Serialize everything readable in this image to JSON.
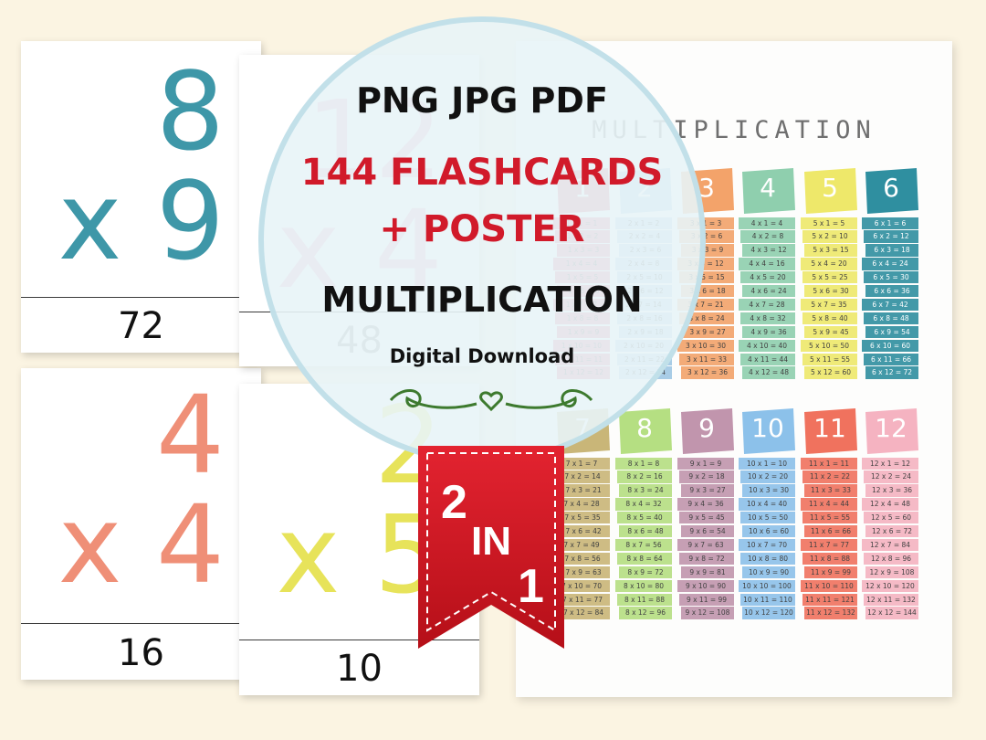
{
  "flashcards": [
    {
      "top": "8",
      "bottom": "x 9",
      "answer": "72",
      "color": "#3e97a8"
    },
    {
      "top": "12",
      "bottom": "x 4",
      "answer": "48",
      "color": "#f3a6c0"
    },
    {
      "top": "4",
      "bottom": "x 4",
      "answer": "16",
      "color": "#ef8f77"
    },
    {
      "top": "2",
      "bottom": "x 5",
      "answer": "10",
      "color": "#e7e35a"
    }
  ],
  "overlay": {
    "formats": "PNG JPG PDF",
    "line1": "144 FLASHCARDS",
    "line2": "+ POSTER",
    "line3": "MULTIPLICATION",
    "line4": "Digital Download"
  },
  "ribbon": {
    "a": "2",
    "b": "IN",
    "c": "1",
    "color": "#c8141d"
  },
  "poster": {
    "title": "MULTIPLICATION",
    "tables": [
      {
        "n": "1",
        "color": "#e25c74",
        "rows": [
          "1 x 1 = 1",
          "1 x 2 = 2",
          "1 x 3 = 3",
          "1 x 4 = 4",
          "1 x 5 = 5",
          "1 x 6 = 6",
          "1 x 7 = 7",
          "1 x 8 = 8",
          "1 x 9 = 9",
          "1 x 10 = 10",
          "1 x 11 = 11",
          "1 x 12 = 12"
        ]
      },
      {
        "n": "2",
        "color": "#9fc7e4",
        "rows": [
          "2 x 1 = 2",
          "2 x 2 = 4",
          "2 x 3 = 6",
          "2 x 4 = 8",
          "2 x 5 = 10",
          "2 x 6 = 12",
          "2 x 7 = 14",
          "2 x 8 = 16",
          "2 x 9 = 18",
          "2 x 10 = 20",
          "2 x 11 = 22",
          "2 x 12 = 24"
        ]
      },
      {
        "n": "3",
        "color": "#f3a36a",
        "rows": [
          "3 x 1 = 3",
          "3 x 2 = 6",
          "3 x 3 = 9",
          "3 x 4 = 12",
          "3 x 5 = 15",
          "3 x 6 = 18",
          "3 x 7 = 21",
          "3 x 8 = 24",
          "3 x 9 = 27",
          "3 x 10 = 30",
          "3 x 11 = 33",
          "3 x 12 = 36"
        ]
      },
      {
        "n": "4",
        "color": "#8fcfae",
        "rows": [
          "4 x 1 = 4",
          "4 x 2 = 8",
          "4 x 3 = 12",
          "4 x 4 = 16",
          "4 x 5 = 20",
          "4 x 6 = 24",
          "4 x 7 = 28",
          "4 x 8 = 32",
          "4 x 9 = 36",
          "4 x 10 = 40",
          "4 x 11 = 44",
          "4 x 12 = 48"
        ]
      },
      {
        "n": "5",
        "color": "#eee86a",
        "rows": [
          "5 x 1 = 5",
          "5 x 2 = 10",
          "5 x 3 = 15",
          "5 x 4 = 20",
          "5 x 5 = 25",
          "5 x 6 = 30",
          "5 x 7 = 35",
          "5 x 8 = 40",
          "5 x 9 = 45",
          "5 x 10 = 50",
          "5 x 11 = 55",
          "5 x 12 = 60"
        ]
      },
      {
        "n": "6",
        "color": "#2f8fa0",
        "rows": [
          "6 x 1 = 6",
          "6 x 2 = 12",
          "6 x 3 = 18",
          "6 x 4 = 24",
          "6 x 5 = 30",
          "6 x 6 = 36",
          "6 x 7 = 42",
          "6 x 8 = 48",
          "6 x 9 = 54",
          "6 x 10 = 60",
          "6 x 11 = 66",
          "6 x 12 = 72"
        ]
      },
      {
        "n": "7",
        "color": "#c9b678",
        "rows": [
          "7 x 1 = 7",
          "7 x 2 = 14",
          "7 x 3 = 21",
          "7 x 4 = 28",
          "7 x 5 = 35",
          "7 x 6 = 42",
          "7 x 7 = 49",
          "7 x 8 = 56",
          "7 x 9 = 63",
          "7 x 10 = 70",
          "7 x 11 = 77",
          "7 x 12 = 84"
        ]
      },
      {
        "n": "8",
        "color": "#b5df82",
        "rows": [
          "8 x 1 = 8",
          "8 x 2 = 16",
          "8 x 3 = 24",
          "8 x 4 = 32",
          "8 x 5 = 40",
          "8 x 6 = 48",
          "8 x 7 = 56",
          "8 x 8 = 64",
          "8 x 9 = 72",
          "8 x 10 = 80",
          "8 x 11 = 88",
          "8 x 12 = 96"
        ]
      },
      {
        "n": "9",
        "color": "#c195ad",
        "rows": [
          "9 x 1 = 9",
          "9 x 2 = 18",
          "9 x 3 = 27",
          "9 x 4 = 36",
          "9 x 5 = 45",
          "9 x 6 = 54",
          "9 x 7 = 63",
          "9 x 8 = 72",
          "9 x 9 = 81",
          "9 x 10 = 90",
          "9 x 11 = 99",
          "9 x 12 = 108"
        ]
      },
      {
        "n": "10",
        "color": "#8cc1ea",
        "rows": [
          "10 x 1 = 10",
          "10 x 2 = 20",
          "10 x 3 = 30",
          "10 x 4 = 40",
          "10 x 5 = 50",
          "10 x 6 = 60",
          "10 x 7 = 70",
          "10 x 8 = 80",
          "10 x 9 = 90",
          "10 x 10 = 100",
          "10 x 11 = 110",
          "10 x 12 = 120"
        ]
      },
      {
        "n": "11",
        "color": "#f0725e",
        "rows": [
          "11 x 1 = 11",
          "11 x 2 = 22",
          "11 x 3 = 33",
          "11 x 4 = 44",
          "11 x 5 = 55",
          "11 x 6 = 66",
          "11 x 7 = 77",
          "11 x 8 = 88",
          "11 x 9 = 99",
          "11 x 10 = 110",
          "11 x 11 = 121",
          "11 x 12 = 132"
        ]
      },
      {
        "n": "12",
        "color": "#f5b3c1",
        "rows": [
          "12 x 1 = 12",
          "12 x 2 = 24",
          "12 x 3 = 36",
          "12 x 4 = 48",
          "12 x 5 = 60",
          "12 x 6 = 72",
          "12 x 7 = 84",
          "12 x 8 = 96",
          "12 x 9 = 108",
          "12 x 10 = 120",
          "12 x 11 = 132",
          "12 x 12 = 144"
        ]
      }
    ]
  }
}
